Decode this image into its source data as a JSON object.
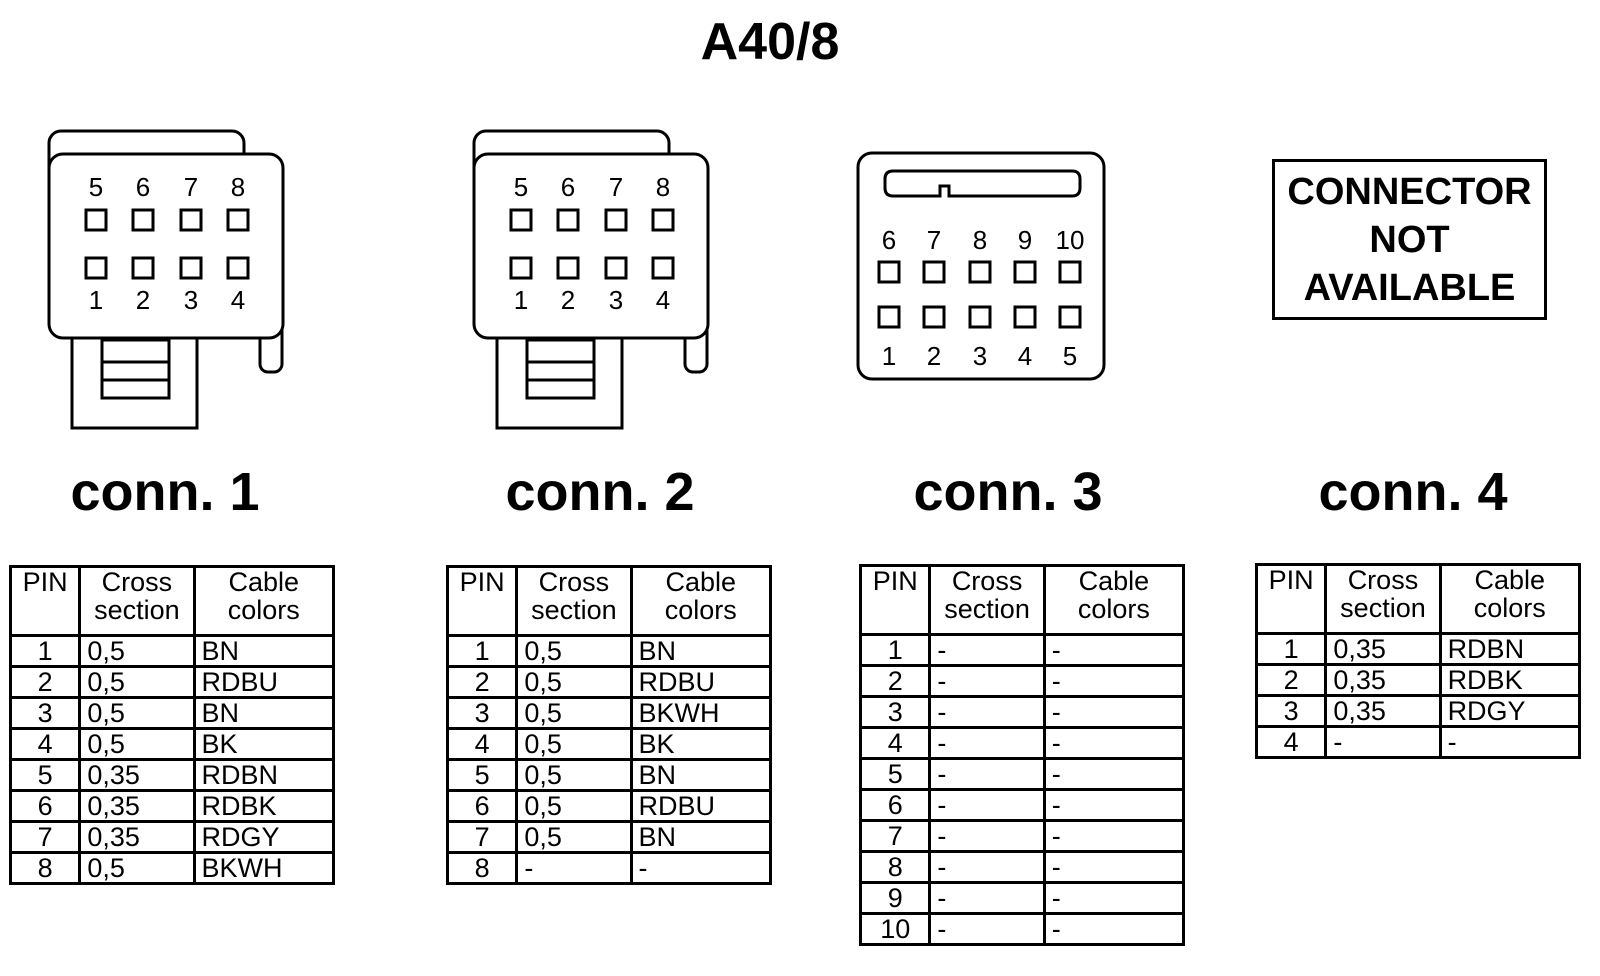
{
  "title": "A40/8",
  "headers": {
    "pin": "PIN",
    "cross_section": "Cross section",
    "cable_colors": "Cable colors"
  },
  "not_available": [
    "CONNECTOR",
    "NOT",
    "AVAILABLE"
  ],
  "connectors": [
    {
      "label": "conn. 1",
      "pin_top": [
        "5",
        "6",
        "7",
        "8"
      ],
      "pin_bottom": [
        "1",
        "2",
        "3",
        "4"
      ],
      "rows": [
        {
          "pin": "1",
          "cs": "0,5",
          "color": "BN"
        },
        {
          "pin": "2",
          "cs": "0,5",
          "color": "RDBU"
        },
        {
          "pin": "3",
          "cs": "0,5",
          "color": "BN"
        },
        {
          "pin": "4",
          "cs": "0,5",
          "color": "BK"
        },
        {
          "pin": "5",
          "cs": "0,35",
          "color": "RDBN"
        },
        {
          "pin": "6",
          "cs": "0,35",
          "color": "RDBK"
        },
        {
          "pin": "7",
          "cs": "0,35",
          "color": "RDGY"
        },
        {
          "pin": "8",
          "cs": "0,5",
          "color": "BKWH"
        }
      ]
    },
    {
      "label": "conn. 2",
      "pin_top": [
        "5",
        "6",
        "7",
        "8"
      ],
      "pin_bottom": [
        "1",
        "2",
        "3",
        "4"
      ],
      "rows": [
        {
          "pin": "1",
          "cs": "0,5",
          "color": "BN"
        },
        {
          "pin": "2",
          "cs": "0,5",
          "color": "RDBU"
        },
        {
          "pin": "3",
          "cs": "0,5",
          "color": "BKWH"
        },
        {
          "pin": "4",
          "cs": "0,5",
          "color": "BK"
        },
        {
          "pin": "5",
          "cs": "0,5",
          "color": "BN"
        },
        {
          "pin": "6",
          "cs": "0,5",
          "color": "RDBU"
        },
        {
          "pin": "7",
          "cs": "0,5",
          "color": "BN"
        },
        {
          "pin": "8",
          "cs": "-",
          "color": "-"
        }
      ]
    },
    {
      "label": "conn. 3",
      "pin_top": [
        "6",
        "7",
        "8",
        "9",
        "10"
      ],
      "pin_bottom": [
        "1",
        "2",
        "3",
        "4",
        "5"
      ],
      "rows": [
        {
          "pin": "1",
          "cs": "-",
          "color": "-"
        },
        {
          "pin": "2",
          "cs": "-",
          "color": "-"
        },
        {
          "pin": "3",
          "cs": "-",
          "color": "-"
        },
        {
          "pin": "4",
          "cs": "-",
          "color": "-"
        },
        {
          "pin": "5",
          "cs": "-",
          "color": "-"
        },
        {
          "pin": "6",
          "cs": "-",
          "color": "-"
        },
        {
          "pin": "7",
          "cs": "-",
          "color": "-"
        },
        {
          "pin": "8",
          "cs": "-",
          "color": "-"
        },
        {
          "pin": "9",
          "cs": "-",
          "color": "-"
        },
        {
          "pin": "10",
          "cs": "-",
          "color": "-"
        }
      ]
    },
    {
      "label": "conn. 4",
      "rows": [
        {
          "pin": "1",
          "cs": "0,35",
          "color": "RDBN"
        },
        {
          "pin": "2",
          "cs": "0,35",
          "color": "RDBK"
        },
        {
          "pin": "3",
          "cs": "0,35",
          "color": "RDGY"
        },
        {
          "pin": "4",
          "cs": "-",
          "color": "-"
        }
      ]
    }
  ]
}
